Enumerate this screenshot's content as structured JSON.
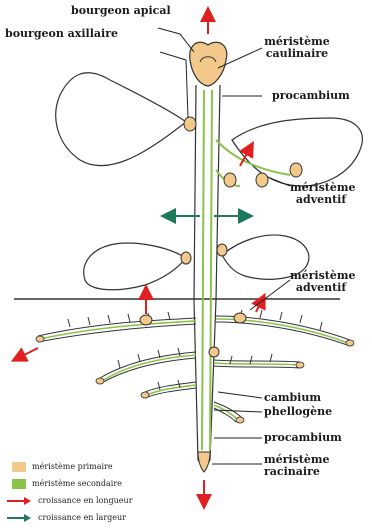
{
  "labels": {
    "bourgeon_apical": "bourgeon apical",
    "bourgeon_axillaire": "bourgeon axillaire",
    "meristeme_caulinaire": [
      "méristème",
      "caulinaire"
    ],
    "procambium_top": "procambium",
    "meristeme_adventif_1": [
      "méristème",
      "adventif"
    ],
    "meristeme_adventif_2": [
      "méristème",
      "adventif"
    ],
    "cambium": "cambium",
    "phellogene": "phellogène",
    "procambium_bottom": "procambium",
    "meristeme_racinaire": [
      "méristème",
      "racinaire"
    ]
  },
  "legend": [
    {
      "text": "méristème primaire",
      "kind": "swatch",
      "color": "#f2c98a"
    },
    {
      "text": "méristème secondaire",
      "kind": "swatch",
      "color": "#8bc34a"
    },
    {
      "text": "croissance en longueur",
      "kind": "arrow",
      "color": "#e02020"
    },
    {
      "text": "croissance en largeur",
      "kind": "arrow",
      "color": "#1f7a5a"
    }
  ],
  "colors": {
    "primary_meristem": "#f2c98a",
    "secondary_meristem": "#8bc34a",
    "growth_length": "#e02020",
    "growth_width": "#1f7a5a",
    "outline": "#333333"
  }
}
